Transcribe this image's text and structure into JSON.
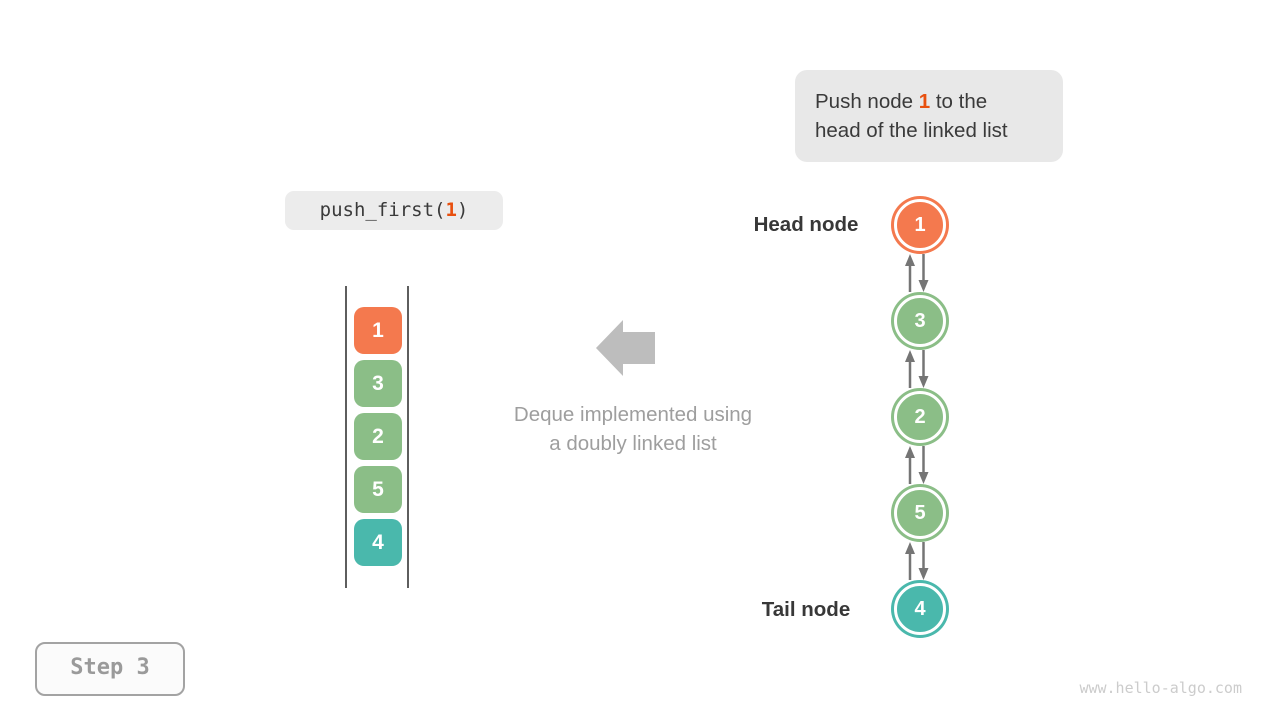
{
  "palette": {
    "orange": "#f4794e",
    "green": "#8bbe87",
    "teal": "#4ab8ac",
    "highlight": "#e8500f",
    "link_arrow": "#757575",
    "block_arrow": "#bdbdbd"
  },
  "callout": {
    "line1_prefix": "Push node ",
    "highlight": "1",
    "line1_suffix": " to the",
    "line2": "head of the linked list"
  },
  "code_call": {
    "prefix": "push_first(",
    "arg": "1",
    "suffix": ")"
  },
  "deque": {
    "items": [
      {
        "value": "1",
        "color": "#f4794e"
      },
      {
        "value": "3",
        "color": "#8bbe87"
      },
      {
        "value": "2",
        "color": "#8bbe87"
      },
      {
        "value": "5",
        "color": "#8bbe87"
      },
      {
        "value": "4",
        "color": "#4ab8ac"
      }
    ],
    "caption_line1": "Deque implemented using",
    "caption_line2": "a doubly linked list"
  },
  "linked_list": {
    "head_label": "Head node",
    "tail_label": "Tail node",
    "nodes": [
      {
        "value": "1",
        "color": "#f4794e"
      },
      {
        "value": "3",
        "color": "#8bbe87"
      },
      {
        "value": "2",
        "color": "#8bbe87"
      },
      {
        "value": "5",
        "color": "#8bbe87"
      },
      {
        "value": "4",
        "color": "#4ab8ac"
      }
    ]
  },
  "step_badge": "Step 3",
  "watermark": "www.hello-algo.com"
}
